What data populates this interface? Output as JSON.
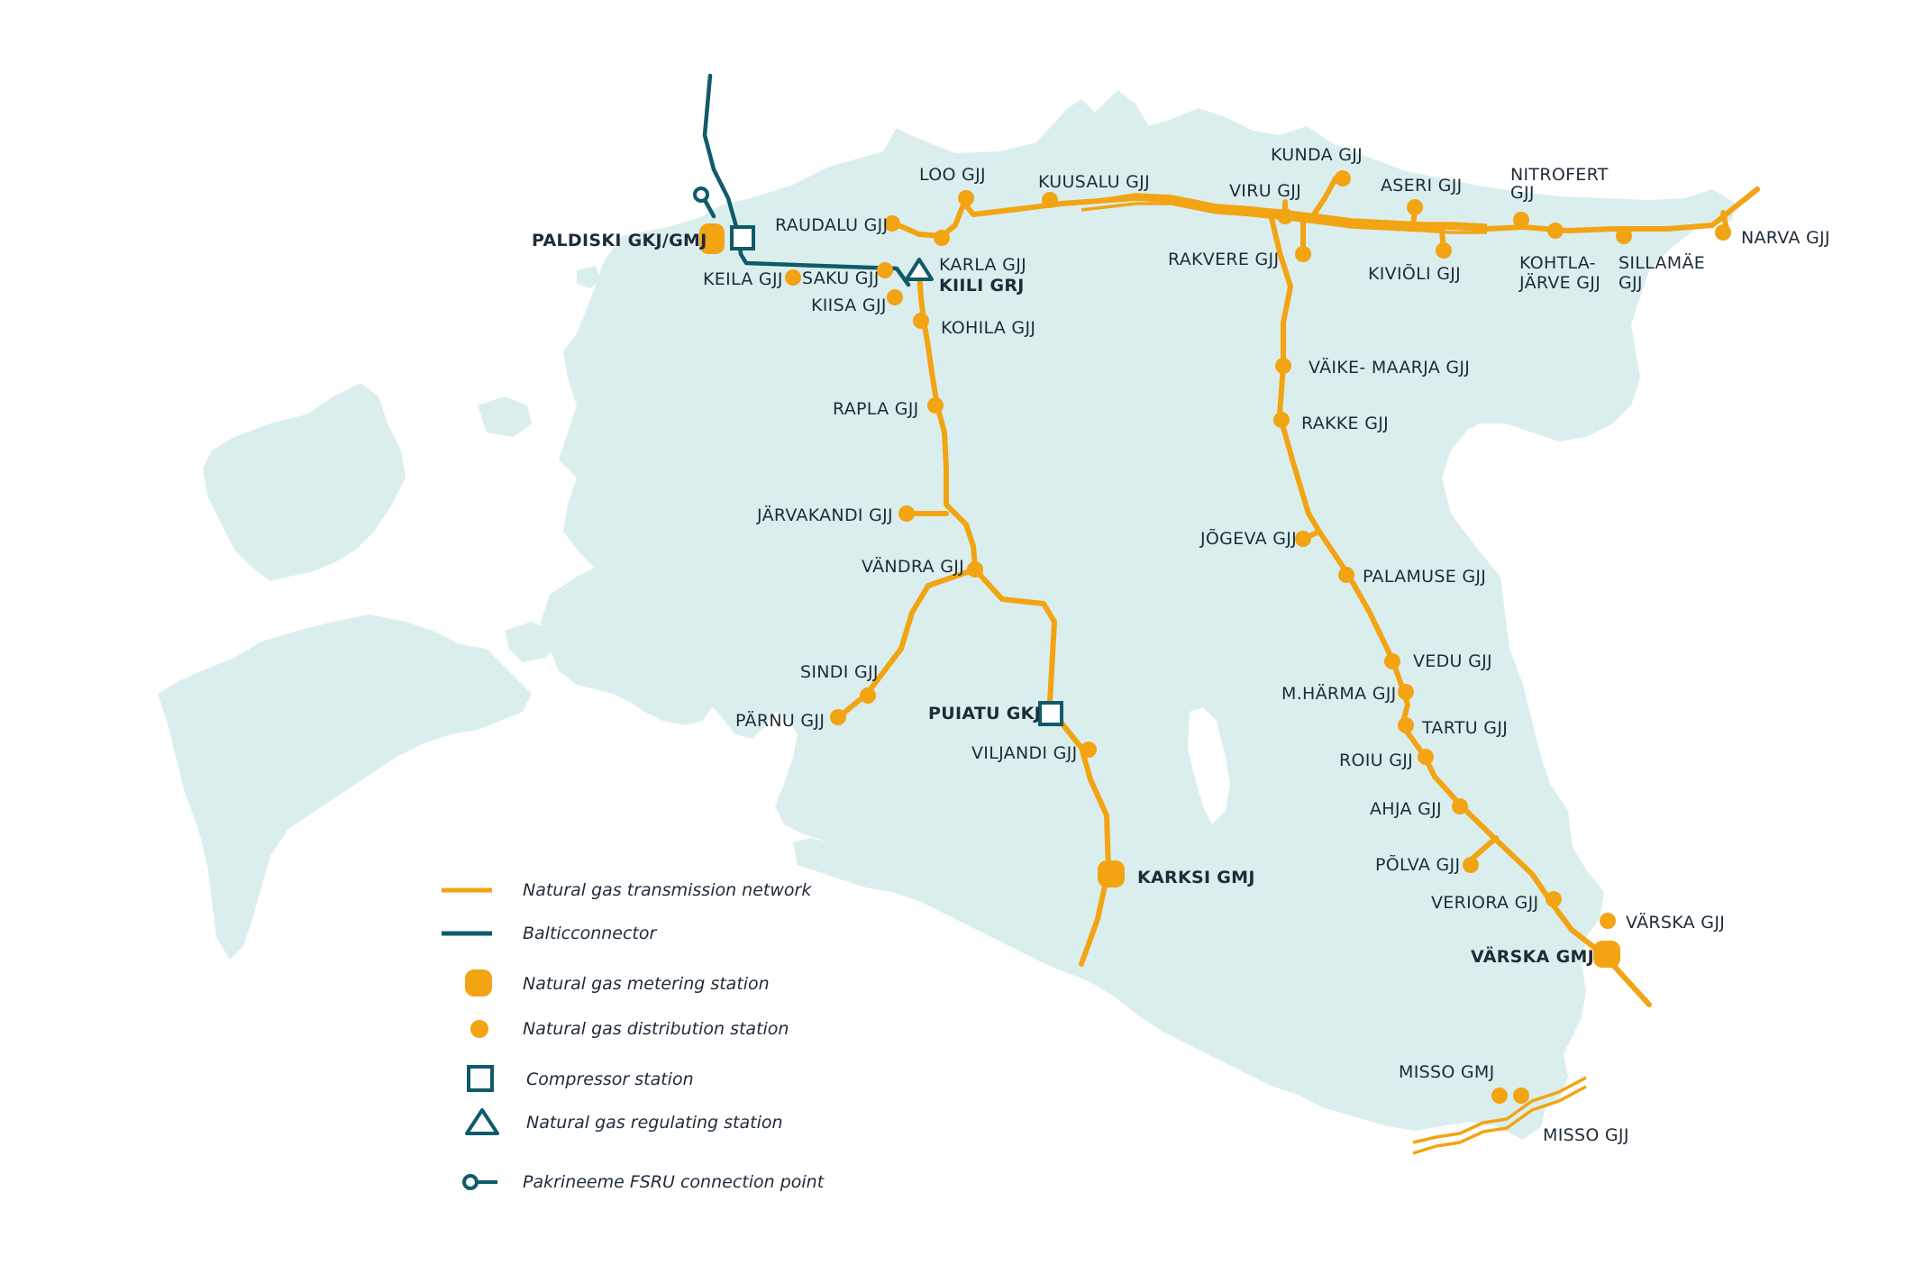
{
  "map": {
    "colors": {
      "land": "#daeeee",
      "transmission": "#f2a413",
      "balticconnector": "#0f5a6b",
      "text": "#1f2b38"
    },
    "stations": {
      "paldiski": "PALDISKI GKJ/GMJ",
      "keila": "KEILA GJJ",
      "saku": "SAKU GJJ",
      "kiisa": "KIISA GJJ",
      "raudalu": "RAUDALU GJJ",
      "loo": "LOO GJJ",
      "kuusalu": "KUUSALU GJJ",
      "karla": "KARLA GJJ",
      "kiili": "KIILI GRJ",
      "kohila": "KOHILA GJJ",
      "rapla": "RAPLA GJJ",
      "jarvakandi": "JÄRVAKANDI GJJ",
      "vandra": "VÄNDRA GJJ",
      "sindi": "SINDI GJJ",
      "parnu": "PÄRNU GJJ",
      "puiatu": "PUIATU GKJ",
      "viljandi": "VILJANDI GJJ",
      "karksi": "KARKSI GMJ",
      "kunda": "KUNDA GJJ",
      "viru": "VIRU GJJ",
      "rakvere": "RAKVERE GJJ",
      "aseri": "ASERI GJJ",
      "kivioli": "KIVIÕLI GJJ",
      "nitrofert_1": "NITROFERT",
      "nitrofert_2": "GJJ",
      "kohtla_1": "KOHTLA-",
      "kohtla_2": "JÄRVE GJJ",
      "sillamae_1": "SILLAMÄE",
      "sillamae_2": "GJJ",
      "narva": "NARVA GJJ",
      "vaike_maarja": "VÄIKE- MAARJA GJJ",
      "rakke": "RAKKE GJJ",
      "jogeva": "JÕGEVA GJJ",
      "palamuse": "PALAMUSE GJJ",
      "vedu": "VEDU GJJ",
      "mharma": "M.HÄRMA GJJ",
      "tartu": "TARTU GJJ",
      "roiu": "ROIU GJJ",
      "ahja": "AHJA GJJ",
      "polva": "PÕLVA GJJ",
      "veriora": "VERIORA GJJ",
      "varska": "VÄRSKA GJJ",
      "varska_gmj": "VÄRSKA GMJ",
      "misso_gmj": "MISSO GMJ",
      "misso_gjj": "MISSO GJJ"
    }
  },
  "legend": {
    "transmission": "Natural gas transmission network",
    "balticconnector": "Balticconnector",
    "metering": "Natural gas metering station",
    "distribution": "Natural gas distribution station",
    "compressor": "Compressor station",
    "regulating": "Natural gas regulating station",
    "fsru": "Pakrineeme FSRU connection point"
  }
}
